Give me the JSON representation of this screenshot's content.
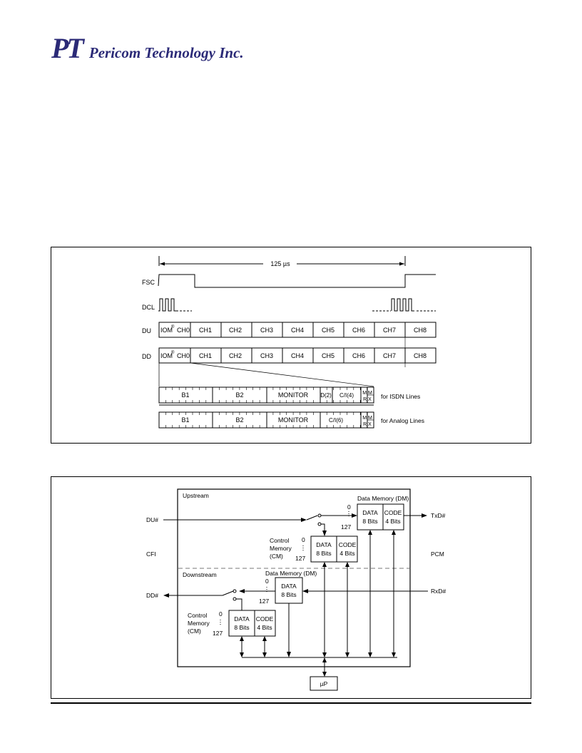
{
  "header": {
    "logo_mark": "PT",
    "company": "Pericom Technology Inc.",
    "brand_color": "#2b2a77"
  },
  "timing": {
    "period": "125 µs",
    "signals": {
      "fsc": "FSC",
      "dcl": "DCL",
      "du": "DU",
      "dd": "DD"
    },
    "channels": [
      "IOM",
      "CH1",
      "CH2",
      "CH3",
      "CH4",
      "CH5",
      "CH6",
      "CH7",
      "CH8"
    ],
    "iom_mark": "®",
    "ch0": "CH0",
    "isdn_fields": [
      "B1",
      "B2",
      "MONITOR",
      "D(2)",
      "C/I(4)"
    ],
    "analog_fields": [
      "B1",
      "B2",
      "MONITOR",
      "C/I(6)"
    ],
    "mx_top": "M M",
    "mx_bottom": "R X",
    "isdn_label": "for ISDN Lines",
    "analog_label": "for Analog Lines"
  },
  "block": {
    "upstream": "Upstream",
    "downstream": "Downstream",
    "data_memory": "Data Memory (DM)",
    "data": "DATA",
    "code": "CODE",
    "bits8": "8 Bits",
    "bits4": "4 Bits",
    "control": "Control",
    "memory": "Memory",
    "cm": "(CM)",
    "addr0": "0",
    "addr127": "127",
    "du": "DU#",
    "dd": "DD#",
    "txd": "TxD#",
    "rxd": "RxD#",
    "cfi": "CFI",
    "pcm": "PCM",
    "up": "µP"
  }
}
